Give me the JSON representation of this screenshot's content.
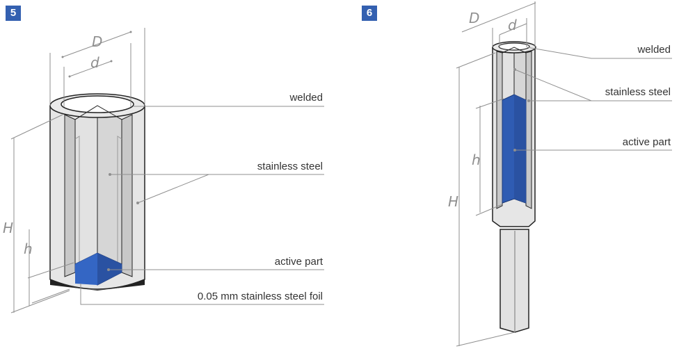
{
  "colors": {
    "badge": "#3360b0",
    "active": "#2f5cb3",
    "steel_light": "#e9e9e9",
    "steel_mid": "#d4d4d4",
    "steel_dark": "#c4c4c4",
    "outline": "#222222",
    "leader": "#8f8f8f"
  },
  "figure5": {
    "badge": "5",
    "labels": {
      "welded": "welded",
      "steel": "stainless steel",
      "active": "active part",
      "foil": "0.05 mm stainless steel foil"
    },
    "dims": {
      "D": "D",
      "d": "d",
      "H": "H",
      "h": "h"
    }
  },
  "figure6": {
    "badge": "6",
    "labels": {
      "welded": "welded",
      "steel": "stainless steel",
      "active": "active part"
    },
    "dims": {
      "D": "D",
      "d": "d",
      "H": "H",
      "h": "h"
    }
  }
}
